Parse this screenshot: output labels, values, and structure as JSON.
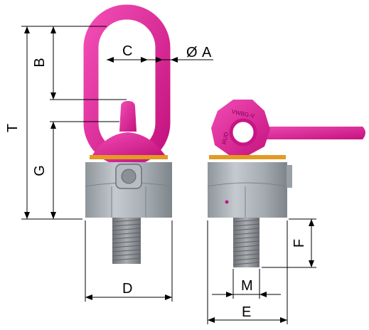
{
  "labels": {
    "a": "A",
    "diameter_symbol": "Ø",
    "b": "B",
    "c": "C",
    "d": "D",
    "e": "E",
    "f": "F",
    "g": "G",
    "m": "M",
    "t": "T"
  },
  "ring_marking": {
    "model": "VWBG-V",
    "brand": "RUD"
  },
  "colors": {
    "ring": "#e0229a",
    "body": "#a9b0b5",
    "thread": "#8a8e92",
    "washer": "#e39a22"
  }
}
